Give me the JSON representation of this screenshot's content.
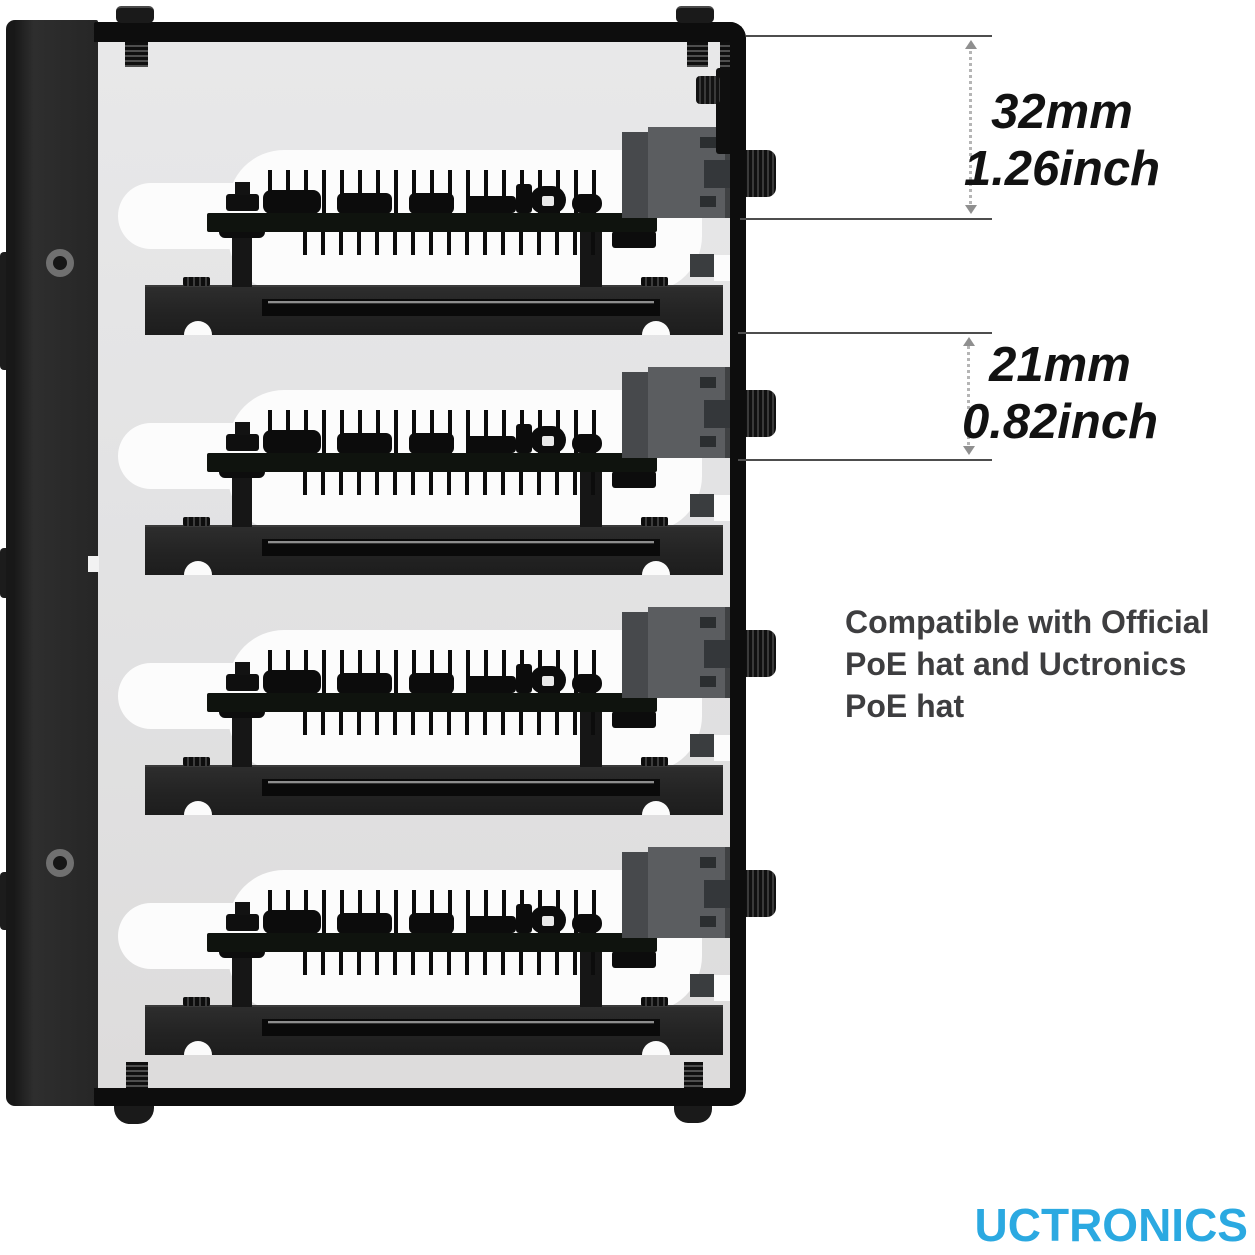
{
  "product_diagram": {
    "unit_count": 4,
    "unit_offsets": [
      0,
      240,
      480,
      720
    ],
    "dimension_annotations": [
      {
        "mm": "32mm",
        "inch": "1.26inch"
      },
      {
        "mm": "21mm",
        "inch": "0.82inch"
      }
    ],
    "compatibility_note_lines": [
      "Compatible with Official",
      "PoE hat and Uctronics",
      "PoE hat"
    ],
    "brand_logo": "UCTRONICS"
  },
  "colors": {
    "logo_blue": "#2BA9E1",
    "note_text": "#3E3E40",
    "dimension_text": "#121212",
    "dimension_line": "#4D4D4D",
    "frame_black": "#0D0D0D",
    "panel_gray": "#E2E2E3",
    "connector_gray": "#5B5D60"
  }
}
